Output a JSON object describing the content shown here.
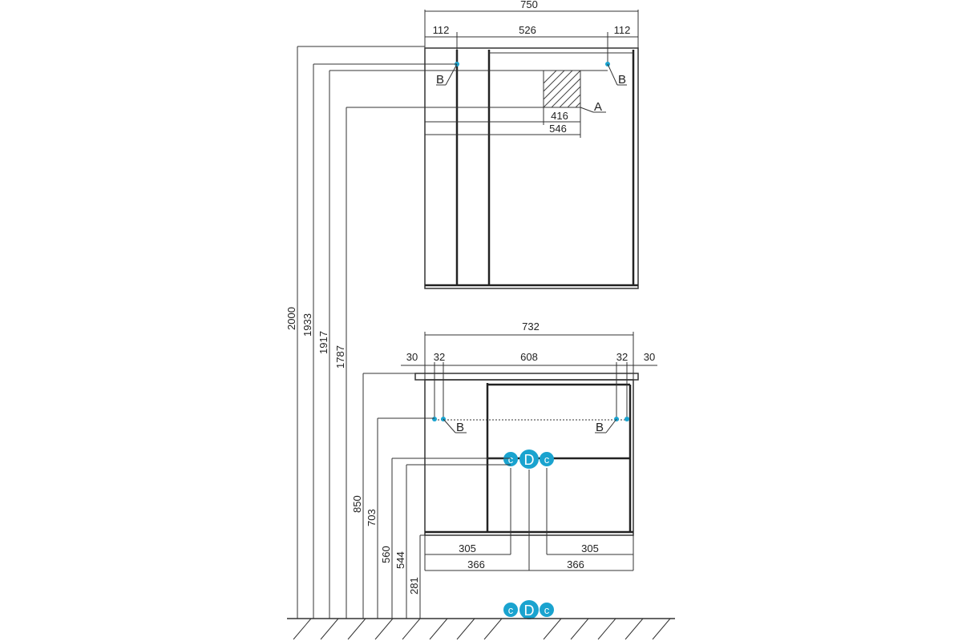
{
  "mirror": {
    "width_total": "750",
    "left_offset": "112",
    "middle_span": "526",
    "right_offset": "112",
    "niche_inner": "416",
    "niche_outer": "546",
    "label_a": "A",
    "label_b_left": "B",
    "label_b_right": "B"
  },
  "vanity": {
    "width_total": "732",
    "top_overhang_left": "30",
    "mount_left": "32",
    "mount_span": "608",
    "mount_right": "32",
    "top_overhang_right": "30",
    "label_b_left": "B",
    "label_b_right": "B",
    "bottom_left_inner": "305",
    "bottom_right_inner": "305",
    "bottom_left_half": "366",
    "bottom_right_half": "366"
  },
  "heights": {
    "h2000": "2000",
    "h1933": "1933",
    "h1917": "1917",
    "h1787": "1787",
    "h850": "850",
    "h703": "703",
    "h560": "560",
    "h544": "544",
    "h281": "281"
  },
  "connectors": {
    "upper": {
      "left": "c",
      "center": "D",
      "right": "c"
    },
    "lower": {
      "left": "c",
      "center": "D",
      "right": "c"
    }
  },
  "colors": {
    "accent": "#1aa3cf",
    "line": "#333333"
  }
}
